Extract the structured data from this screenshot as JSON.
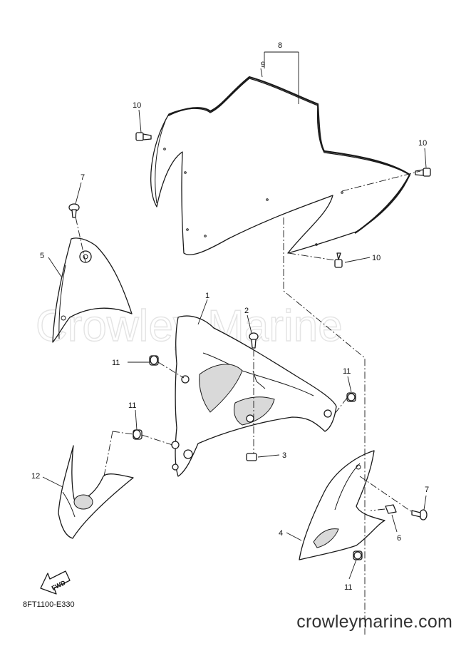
{
  "watermark": "Crowley Marine",
  "diagram_code": "8FT1100-E330",
  "footer_site": "crowleymarine.com",
  "fwd_label": "FWD",
  "callouts": {
    "c1": "1",
    "c2": "2",
    "c3": "3",
    "c4": "4",
    "c5": "5",
    "c6": "6",
    "c7a": "7",
    "c7b": "7",
    "c8": "8",
    "c9": "9",
    "c10a": "10",
    "c10b": "10",
    "c10c": "10",
    "c11a": "11",
    "c11b": "11",
    "c11c": "11",
    "c11d": "11",
    "c12": "12"
  }
}
